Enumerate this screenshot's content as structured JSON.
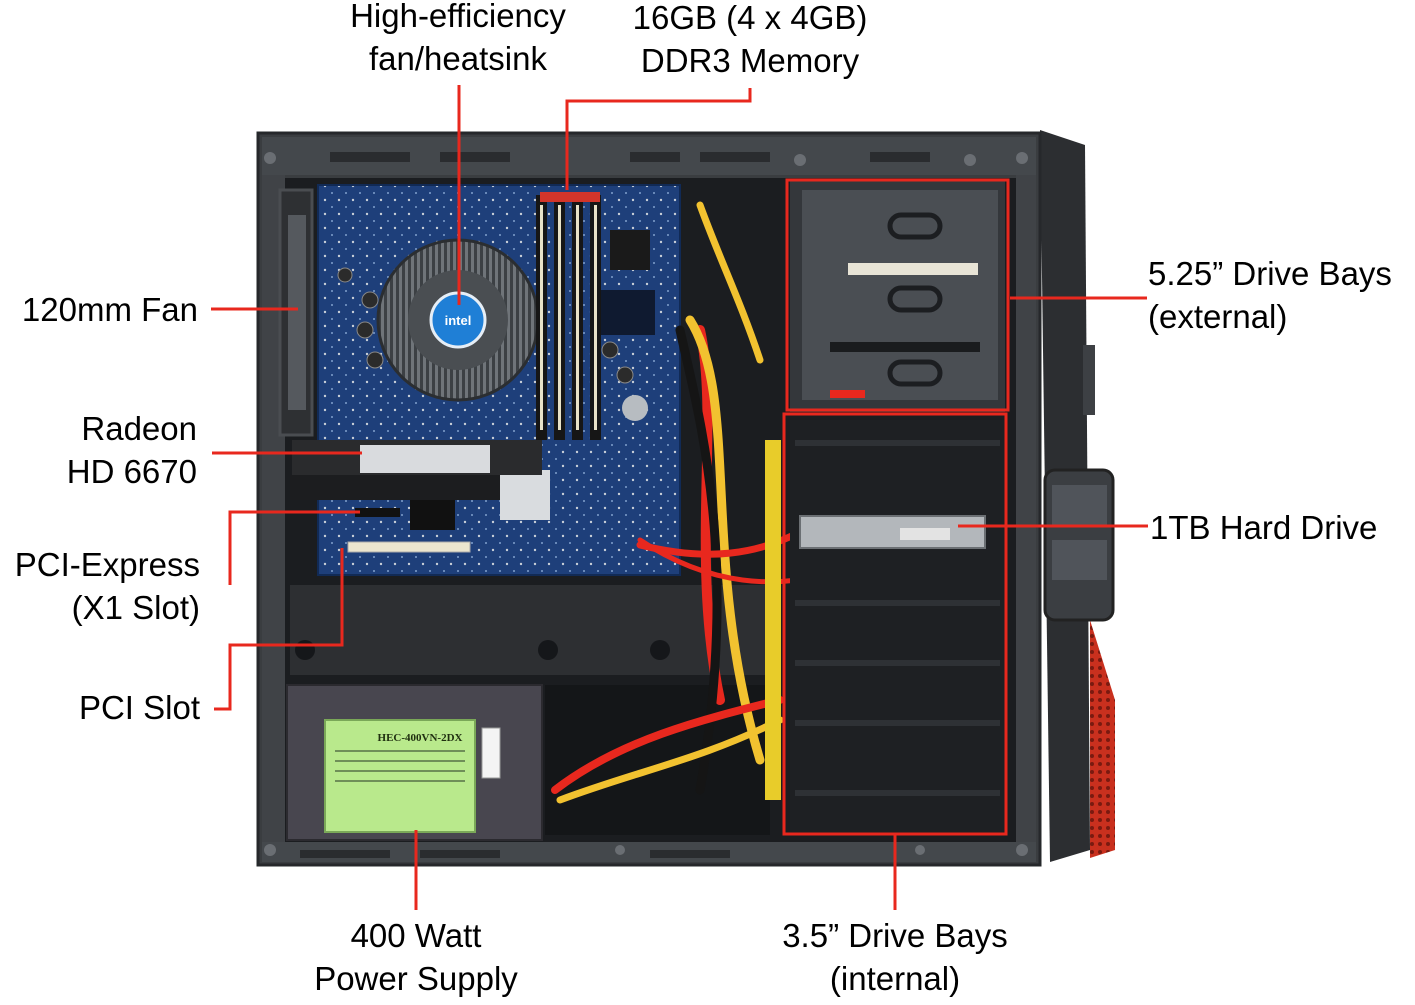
{
  "diagram": {
    "labels": {
      "fan_heatsink": [
        "High-efficiency",
        "fan/heatsink"
      ],
      "memory": [
        "16GB (4 x 4GB)",
        "DDR3 Memory"
      ],
      "fan_120": [
        "120mm Fan"
      ],
      "radeon": [
        "Radeon",
        "HD 6670"
      ],
      "pcie": [
        "PCI-Express",
        "(X1 Slot)"
      ],
      "pci": [
        "PCI Slot"
      ],
      "bays_525": [
        "5.25” Drive Bays",
        "(external)"
      ],
      "hdd": [
        "1TB Hard Drive"
      ],
      "psu": [
        "400 Watt",
        "Power Supply"
      ],
      "bays_35": [
        "3.5” Drive Bays",
        "(internal)"
      ]
    },
    "psu_model": "HEC-400VN-2DX",
    "cpu_brand": "intel",
    "colors": {
      "callout": "#e8281e",
      "case_frame": "#3a3d40",
      "case_interior": "#1b1d20",
      "motherboard": "#1e3f7a",
      "psu_label": "#b9e98c",
      "front_bezel": "#d8321c"
    }
  }
}
